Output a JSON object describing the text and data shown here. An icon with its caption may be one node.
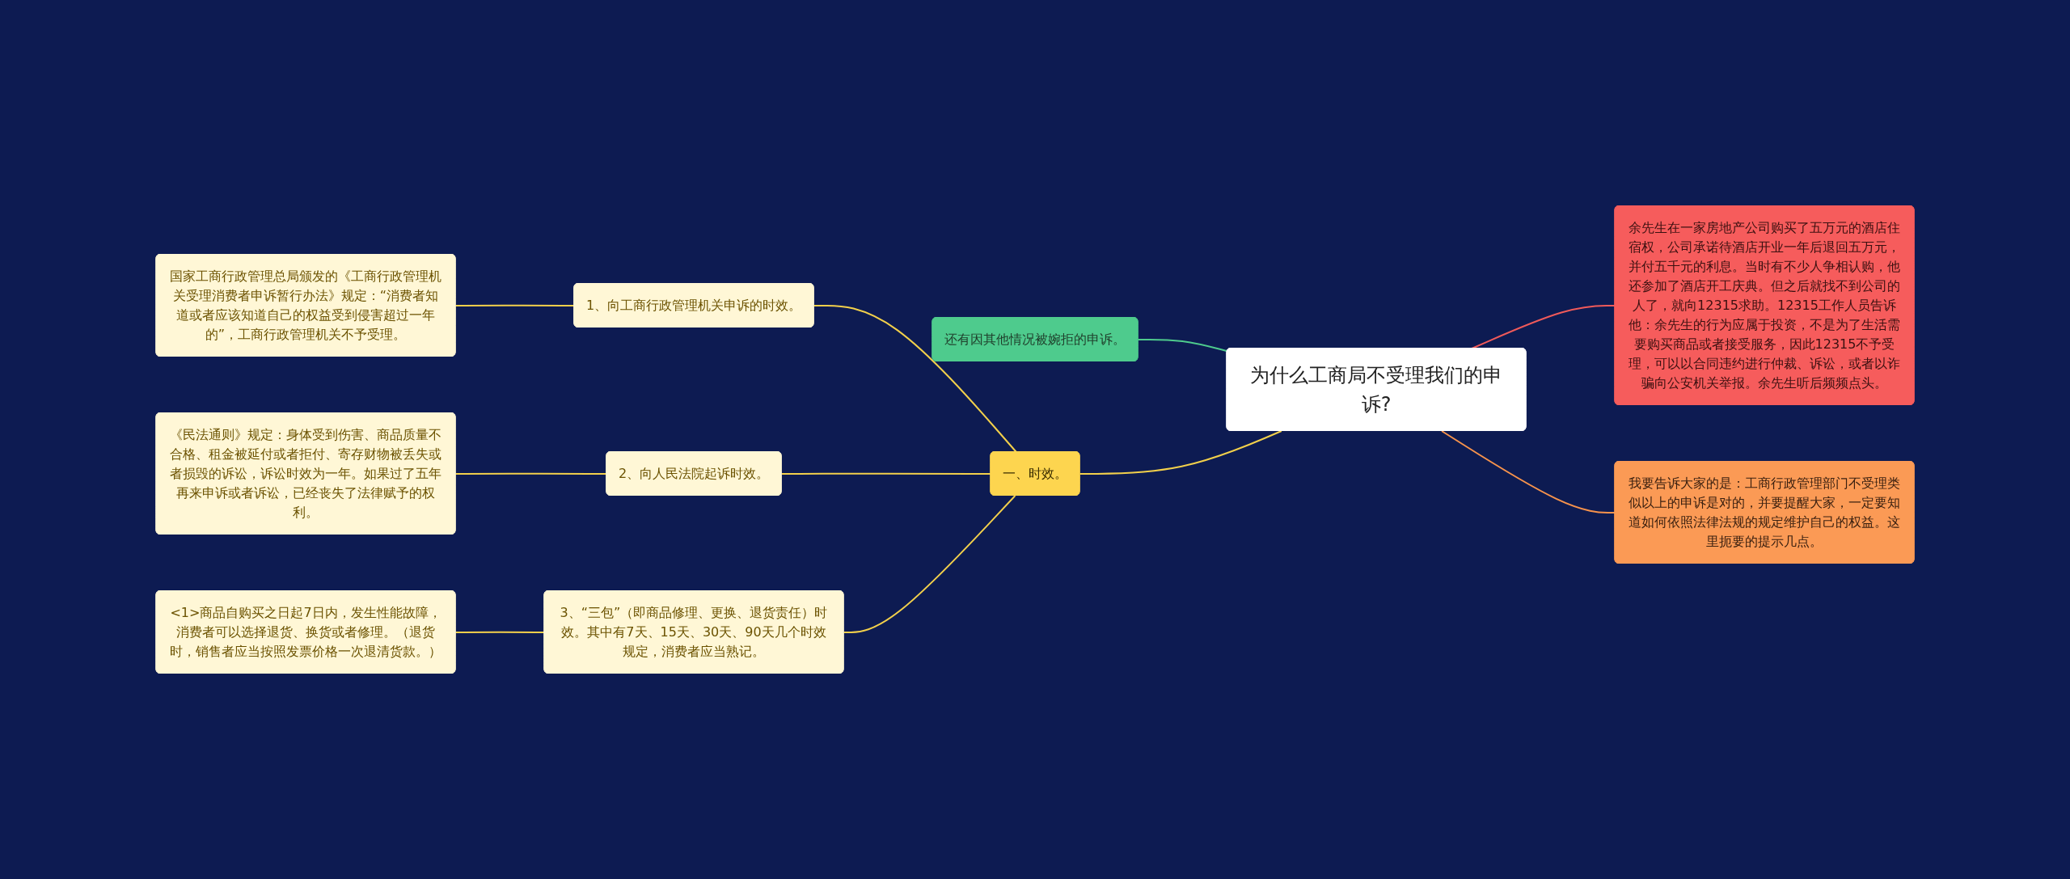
{
  "diagram": {
    "nodes": [
      {
        "text": [
          "为什么工商局不受理我们的申诉?"
        ]
      },
      {
        "text": [
          "还有因其他情况被婉拒的申诉。"
        ]
      },
      {
        "text": [
          "一、时效。"
        ]
      },
      {
        "text": [
          "1、向工商行政管理机关申诉的时效。"
        ]
      },
      {
        "text": [
          "国家工商行政管理总局颁发的《工商行政管理机关受理消费者申诉暂行办法》规定：“消费者知道或者应该知道自己的权益受到侵害超过一年的”，工商行政管理机关不予受理。"
        ]
      },
      {
        "text": [
          "2、向人民法院起诉时效。"
        ]
      },
      {
        "text": [
          "《民法通则》规定：身体受到伤害、商品质量不合格、租金被延付或者拒付、寄存财物被丢失或者损毁的诉讼，诉讼时效为一年。如果过了五年再来申诉或者诉讼，已经丧失了法律赋予的权利。"
        ]
      },
      {
        "text": [
          "3、“三包”（即商品修理、更换、退货责任）时效。其中有7天、15天、30天、90天几个时效规定，消费者应当熟记。"
        ]
      },
      {
        "text": [
          "<1>商品自购买之日起7日内，发生性能故障，消费者可以选择退货、换货或者修理。（退货时，销售者应当按照发票价格一次退清货款。）"
        ]
      },
      {
        "text": [
          "余先生在一家房地产公司购买了五万元的酒店住宿权，公司承诺待酒店开业一年后退回五万元，并付五千元的利息。当时有不少人争相认购，他还参加了酒店开工庆典。但之后就找不到公司的人了，就向12315求助。12315工作人员告诉他：余先生的行为应属于投资，不是为了生活需要购买商品或者接受服务，因此12315不予受理，可以以合同违约进行仲裁、诉讼，或者以诈骗向公安机关举报。余先生听后频频点头。"
        ]
      },
      {
        "text": [
          "我要告诉大家的是：工商行政管理部门不受理类似以上的申诉是对的，并要提醒大家，一定要知道如何依照法律法规的规定维护自己的权益。这里扼要的提示几点。"
        ]
      }
    ],
    "edges": [
      {
        "from": 0,
        "to": 1,
        "arrow": "none",
        "color": "#4ecb8d"
      },
      {
        "from": 0,
        "to": 2,
        "arrow": "none"
      },
      {
        "from": 2,
        "to": 3,
        "arrow": "none"
      },
      {
        "from": 3,
        "to": 4,
        "arrow": "none"
      },
      {
        "from": 2,
        "to": 5,
        "arrow": "none"
      },
      {
        "from": 5,
        "to": 6,
        "arrow": "none"
      },
      {
        "from": 2,
        "to": 7,
        "arrow": "none"
      },
      {
        "from": 7,
        "to": 8,
        "arrow": "none"
      },
      {
        "from": 0,
        "to": 9,
        "arrow": "none",
        "color": "#f05a5a"
      },
      {
        "from": 0,
        "to": 10,
        "arrow": "none",
        "color": "#f7934c"
      }
    ]
  }
}
